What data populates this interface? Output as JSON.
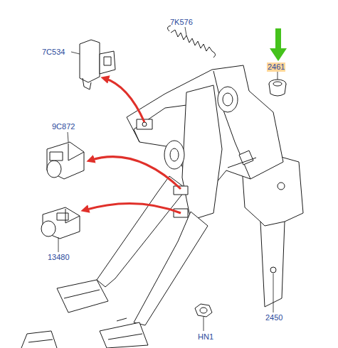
{
  "diagram": {
    "labels": [
      "7K576",
      "7C534",
      "2461",
      "9C872",
      "13480",
      "2450",
      "HN1"
    ]
  }
}
